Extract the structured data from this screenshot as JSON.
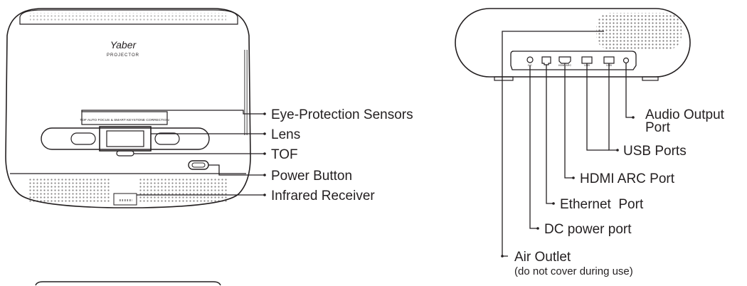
{
  "front_view": {
    "brand": "Yaber",
    "brand_sub": "PROJECTOR",
    "lens_panel_text": "TOF AUTO FOCUS & SMART KEYSTONE CORRECTION",
    "labels": {
      "eye_protection": "Eye-Protection Sensors",
      "lens": "Lens",
      "tof": "TOF",
      "power_button": "Power Button",
      "infrared_receiver": "Infrared Receiver"
    }
  },
  "rear_view": {
    "port_marks": {
      "dc": "DC",
      "hdmi": "HDMI ARC",
      "usb1": "USB",
      "usb2": "USB"
    },
    "labels": {
      "audio_output_line1": "Audio Output",
      "audio_output_line2": "Port",
      "usb_ports": "USB Ports",
      "hdmi_arc": "HDMI ARC Port",
      "ethernet": "Ethernet  Port",
      "dc_power": "DC power port",
      "air_outlet": "Air Outlet",
      "air_outlet_note": "(do not cover during use)"
    }
  }
}
